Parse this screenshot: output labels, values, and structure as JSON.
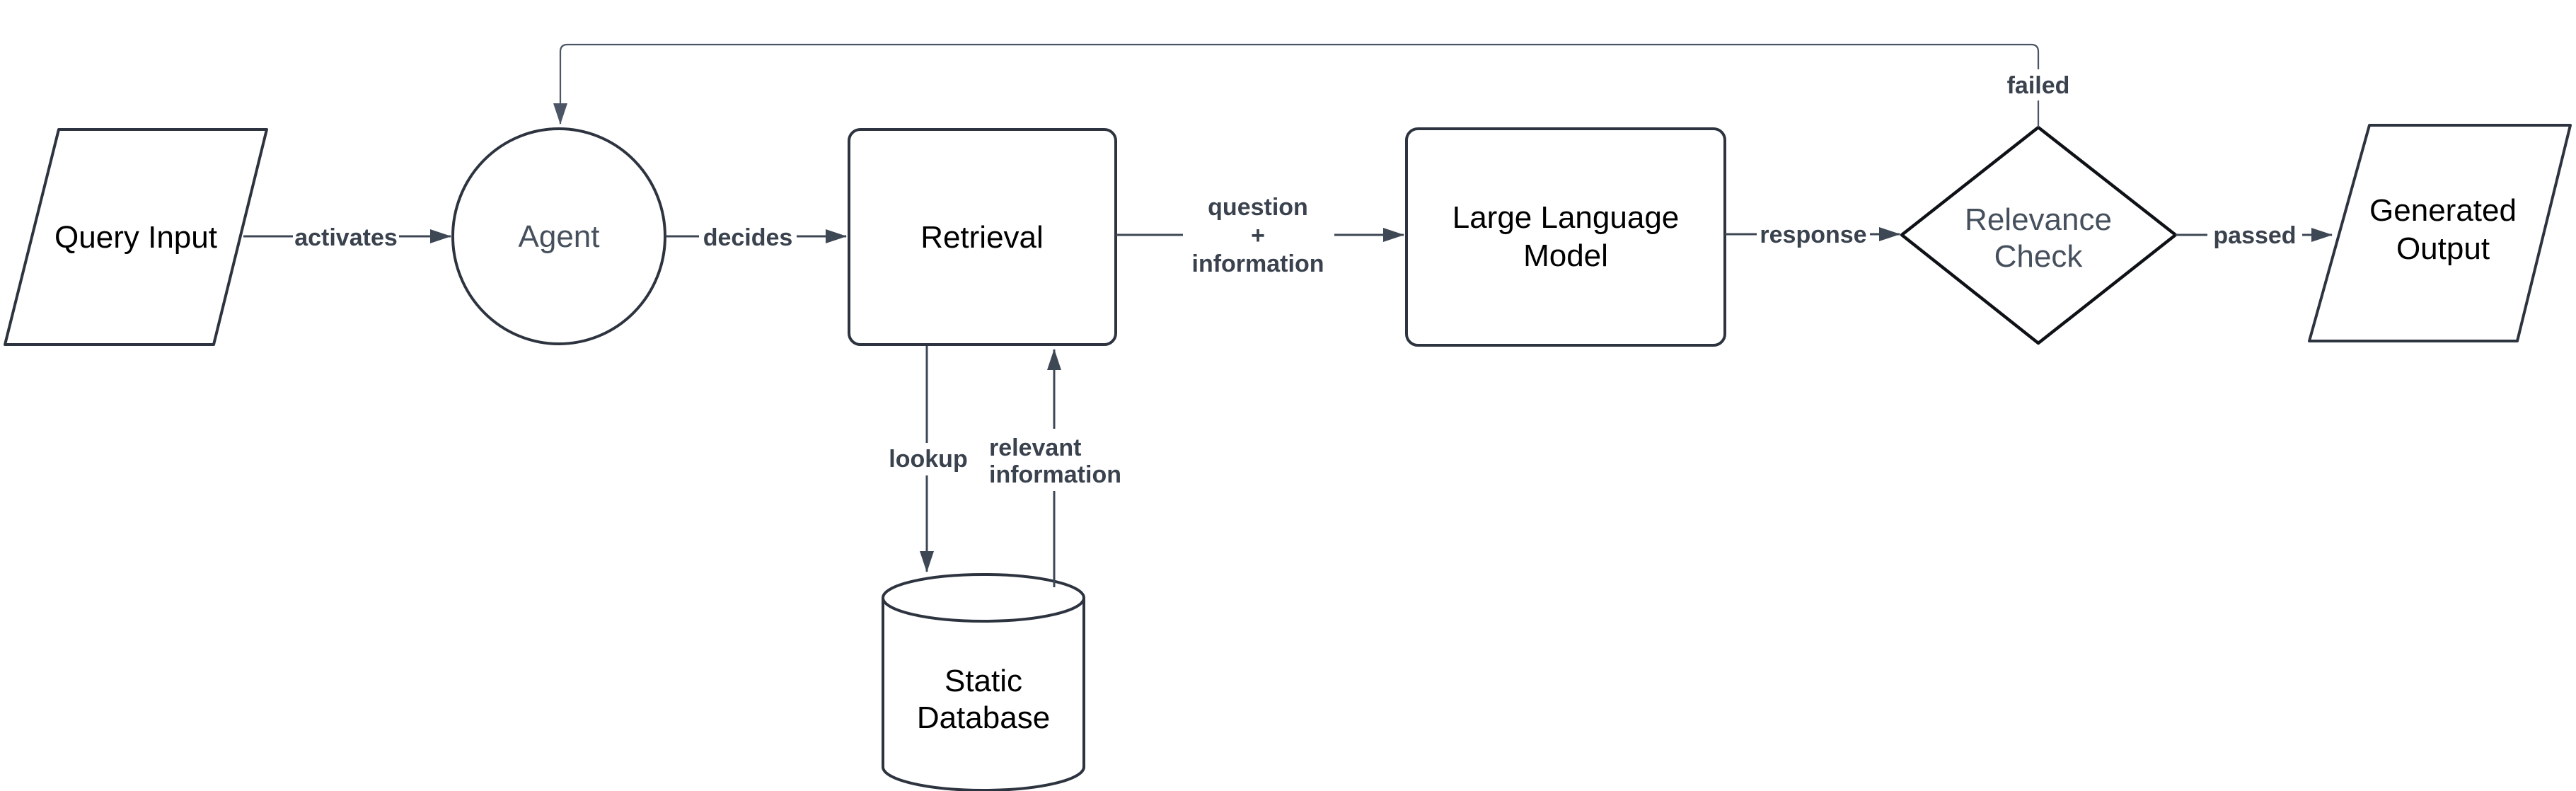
{
  "app": {
    "type": "flowchart-diagram",
    "background": "#ffffff"
  },
  "colors": {
    "background": "#ffffff",
    "node_border": "#2d343f",
    "diamond_border": "#0e1116",
    "node_text": "#000000",
    "accent_text": "#46505d",
    "edge": "#3e4754",
    "edge_label": "#3a424e",
    "feedback_edge": "#4b5566"
  },
  "nodes": {
    "query_input": {
      "label": "Query Input",
      "shape": "parallelogram"
    },
    "agent": {
      "label": "Agent",
      "shape": "circle"
    },
    "retrieval": {
      "label": "Retrieval",
      "shape": "rounded-rectangle"
    },
    "large_language_model": {
      "line1": "Large Language",
      "line2": "Model",
      "shape": "rounded-rectangle"
    },
    "relevance_check": {
      "line1": "Relevance",
      "line2": "Check",
      "shape": "diamond"
    },
    "generated_output": {
      "line1": "Generated",
      "line2": "Output",
      "shape": "parallelogram"
    },
    "static_database": {
      "line1": "Static",
      "line2": "Database",
      "shape": "cylinder"
    }
  },
  "edges": {
    "activates": {
      "label": "activates",
      "from": "query_input",
      "to": "agent"
    },
    "decides": {
      "label": "decides",
      "from": "agent",
      "to": "retrieval"
    },
    "question_information": {
      "line1": "question",
      "line2": "+",
      "line3": "information",
      "from": "retrieval",
      "to": "large_language_model"
    },
    "response": {
      "label": "response",
      "from": "large_language_model",
      "to": "relevance_check"
    },
    "passed": {
      "label": "passed",
      "from": "relevance_check",
      "to": "generated_output"
    },
    "failed": {
      "label": "failed",
      "from": "relevance_check",
      "to": "agent"
    },
    "lookup": {
      "label": "lookup",
      "from": "retrieval",
      "to": "static_database"
    },
    "relevant_information": {
      "line1": "relevant",
      "line2": "information",
      "from": "static_database",
      "to": "retrieval"
    }
  }
}
